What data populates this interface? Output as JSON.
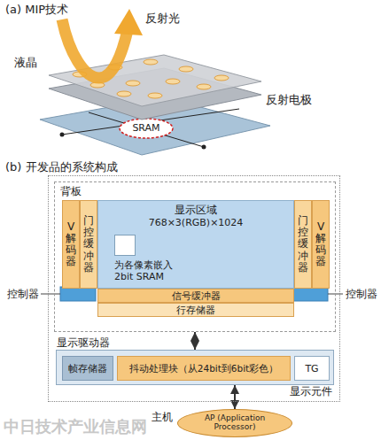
{
  "diagram": {
    "nodes": [
      {
        "text": [
          "显示元件"
        ]
      },
      {
        "text": [
          "背板"
        ],
        "in": 0
      },
      {
        "text": [
          "显示区域",
          "768×3(RGB)×1024"
        ],
        "in": 1
      },
      {
        "text": [
          "为各像素嵌入 2bit SRAM"
        ],
        "in": 2
      },
      {
        "text": [
          "V解码器"
        ],
        "in": 1
      },
      {
        "text": [
          "门控缓冲器"
        ],
        "in": 1
      },
      {
        "text": [
          "门控缓冲器"
        ],
        "in": 1
      },
      {
        "text": [
          "V解码器"
        ],
        "in": 1
      },
      {
        "text": [
          "信号缓冲器"
        ],
        "in": 1
      },
      {
        "text": [
          "行存储器"
        ],
        "in": 1
      },
      {
        "text": [
          "显示驱动器"
        ],
        "in": 0
      },
      {
        "text": [
          "帧存储器"
        ],
        "in": 10
      },
      {
        "text": [
          "抖动处理块（从24bit到6bit彩色）"
        ],
        "in": 10
      },
      {
        "text": [
          "TG"
        ],
        "in": 10
      },
      {
        "text": [
          "主机",
          "AP (Application Processor)"
        ]
      }
    ],
    "edges": [
      {
        "from": 1,
        "to": 10,
        "arrow": "both"
      },
      {
        "from": 10,
        "to": 14,
        "arrow": "both"
      }
    ],
    "labels": [
      "(a) MIP技术",
      "反射光",
      "液晶",
      "反射电极",
      "SRAM",
      "(b) 开发品的系统构成",
      "控制器",
      "控制器",
      "中日技术产业信息网"
    ]
  }
}
